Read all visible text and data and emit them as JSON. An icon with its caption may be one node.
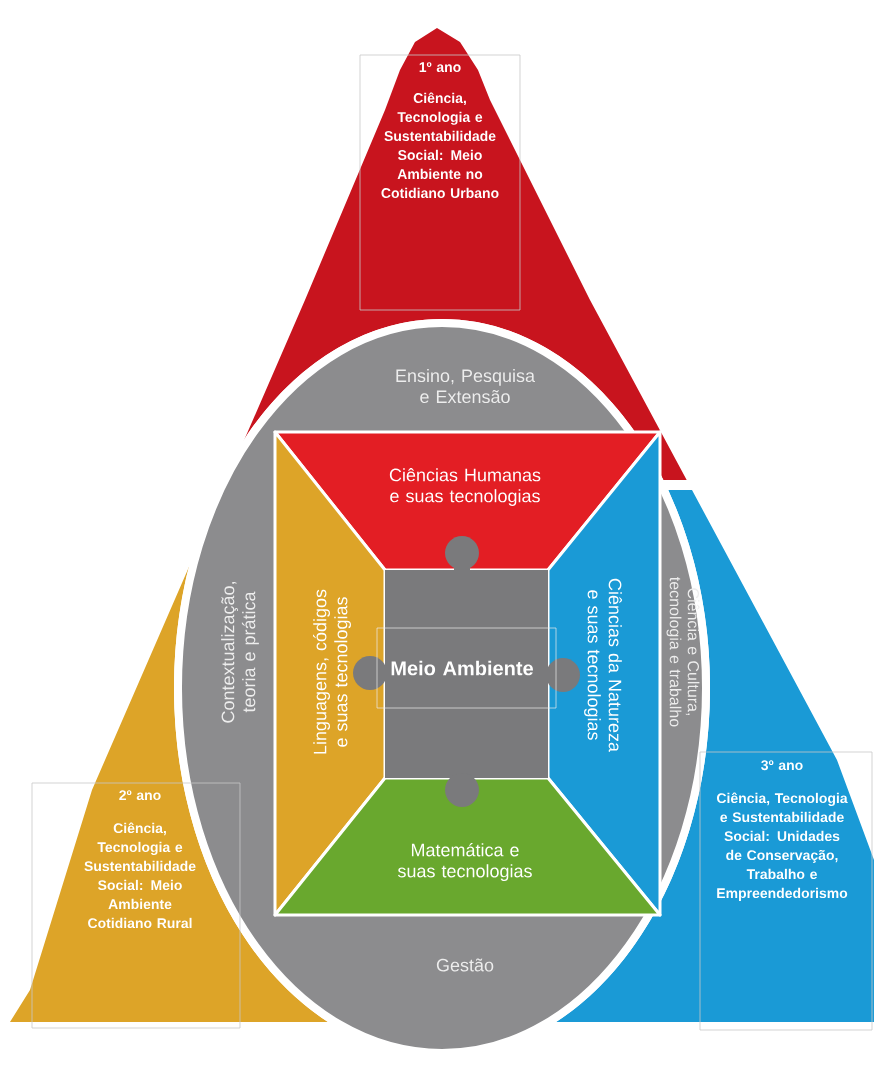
{
  "diagram": {
    "nodes": [
      {
        "text": [
          "1º ano",
          "Ciência, Tecnologia e Sustentabilidade Social: Meio Ambiente no Cotidiano Urbano"
        ]
      },
      {
        "text": [
          "Ensino, Pesquisa e Extensão",
          "Contextualização, teoria e prática",
          "Ciência e Cultura, tecnologia e trabalho",
          "Gestão"
        ]
      },
      {
        "text": [
          "Ciências Humanas e suas tecnologias"
        ],
        "in": 1
      },
      {
        "text": [
          "Linguagens, códigos e suas tecnologias"
        ],
        "in": 1
      },
      {
        "text": [
          "Meio Ambiente"
        ],
        "in": 1
      },
      {
        "text": [
          "Ciências da Natureza e suas tecnologias"
        ],
        "in": 1
      },
      {
        "text": [
          "Matemática e suas tecnologias"
        ],
        "in": 1
      },
      {
        "text": [
          "2º ano",
          "Ciência, Tecnologia e Sustentabilidade Social: Meio Ambiente Cotidiano Rural"
        ]
      },
      {
        "text": [
          "3º ano",
          "Ciência, Tecnologia e Sustentabilidade Social: Unidades de Conservação, Trabalho e Empreendedorismo"
        ]
      }
    ]
  }
}
